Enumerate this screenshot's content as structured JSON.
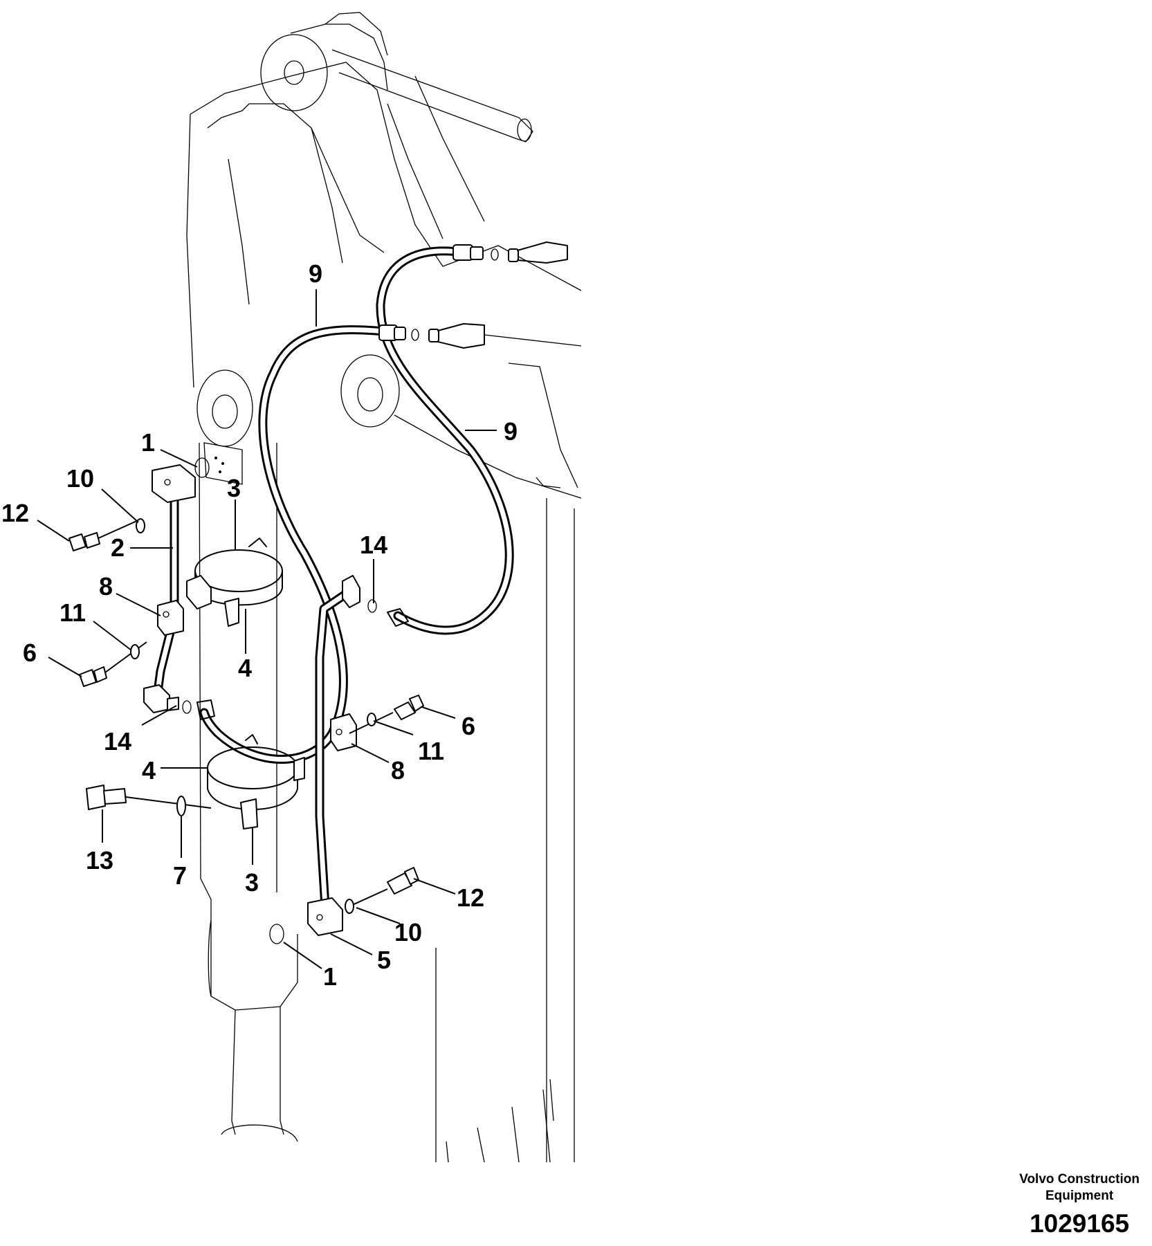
{
  "callouts": [
    {
      "id": "c9a",
      "label": "9"
    },
    {
      "id": "c9b",
      "label": "9"
    },
    {
      "id": "c1a",
      "label": "1"
    },
    {
      "id": "c10a",
      "label": "10"
    },
    {
      "id": "c3a",
      "label": "3"
    },
    {
      "id": "c12a",
      "label": "12"
    },
    {
      "id": "c2",
      "label": "2"
    },
    {
      "id": "c14a",
      "label": "14"
    },
    {
      "id": "c8a",
      "label": "8"
    },
    {
      "id": "c4a",
      "label": "4"
    },
    {
      "id": "c11a",
      "label": "11"
    },
    {
      "id": "c6a",
      "label": "6"
    },
    {
      "id": "c14b",
      "label": "14"
    },
    {
      "id": "c6b",
      "label": "6"
    },
    {
      "id": "c11b",
      "label": "11"
    },
    {
      "id": "c4b",
      "label": "4"
    },
    {
      "id": "c8b",
      "label": "8"
    },
    {
      "id": "c13",
      "label": "13"
    },
    {
      "id": "c7",
      "label": "7"
    },
    {
      "id": "c3b",
      "label": "3"
    },
    {
      "id": "c12b",
      "label": "12"
    },
    {
      "id": "c10b",
      "label": "10"
    },
    {
      "id": "c5",
      "label": "5"
    },
    {
      "id": "c1b",
      "label": "1"
    }
  ],
  "footer": {
    "brand_line1": "Volvo Construction",
    "brand_line2": "Equipment",
    "drawing_number": "1029165"
  }
}
